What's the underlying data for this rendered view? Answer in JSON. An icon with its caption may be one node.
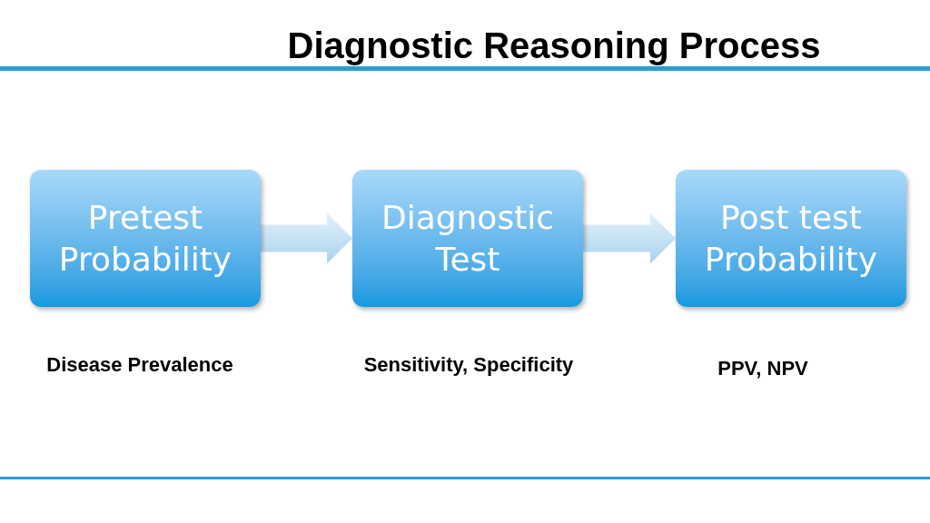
{
  "diagram": {
    "title": "Diagnostic Reasoning Process",
    "nodes": [
      {
        "text": [
          "Pretest Probability"
        ],
        "beside": [
          "Disease Prevalence"
        ]
      },
      {
        "text": [
          "Diagnostic Test"
        ],
        "beside": [
          "Sensitivity, Specificity"
        ]
      },
      {
        "text": [
          "Post test Probability"
        ],
        "beside": [
          "PPV, NPV"
        ]
      }
    ],
    "edges": [
      {
        "from": 0,
        "to": 1,
        "arrow": "to"
      },
      {
        "from": 1,
        "to": 2,
        "arrow": "to"
      }
    ]
  }
}
